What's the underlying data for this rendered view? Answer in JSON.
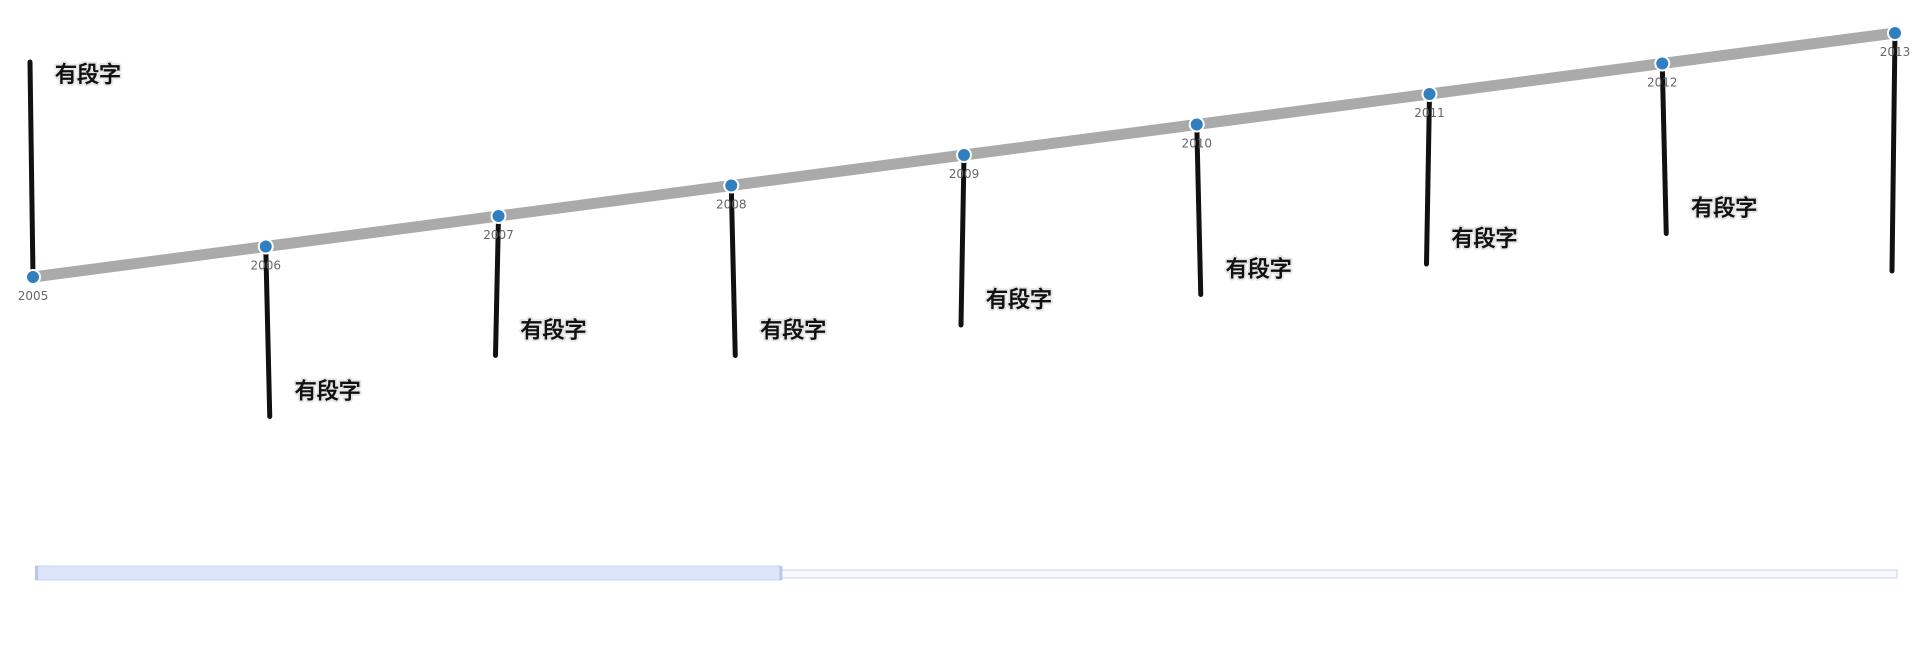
{
  "chart_data": {
    "type": "line",
    "x": [
      "2005",
      "2006",
      "2007",
      "2008",
      "2009",
      "2010",
      "2011",
      "2012",
      "2013"
    ],
    "series": [
      {
        "values": [
          0,
          1,
          2,
          3,
          4,
          5,
          6,
          7,
          8
        ]
      }
    ],
    "annotations": [
      {
        "x": "2005",
        "text": "有段字",
        "direction": "up",
        "length": 1.0
      },
      {
        "x": "2006",
        "text": "有段字",
        "direction": "down",
        "length": 1.0
      },
      {
        "x": "2007",
        "text": "有段字",
        "direction": "down",
        "length": 0.82
      },
      {
        "x": "2008",
        "text": "有段字",
        "direction": "down",
        "length": 1.0
      },
      {
        "x": "2009",
        "text": "有段字",
        "direction": "down",
        "length": 1.0
      },
      {
        "x": "2010",
        "text": "有段字",
        "direction": "down",
        "length": 1.0
      },
      {
        "x": "2011",
        "text": "有段字",
        "direction": "down",
        "length": 1.0
      },
      {
        "x": "2012",
        "text": "有段字",
        "direction": "down",
        "length": 1.0
      },
      {
        "x": "2013",
        "text": "",
        "direction": "down",
        "length": 1.4
      }
    ],
    "grid": false,
    "legend": "none",
    "colors": {
      "line": "#aaaaaa",
      "point": "#2f7fc1",
      "stem": "#111111",
      "slider_fill": "#dde5fa",
      "slider_border": "#c9d3ef"
    }
  },
  "slider": {
    "start_fraction": 0.0,
    "end_fraction": 0.4
  }
}
